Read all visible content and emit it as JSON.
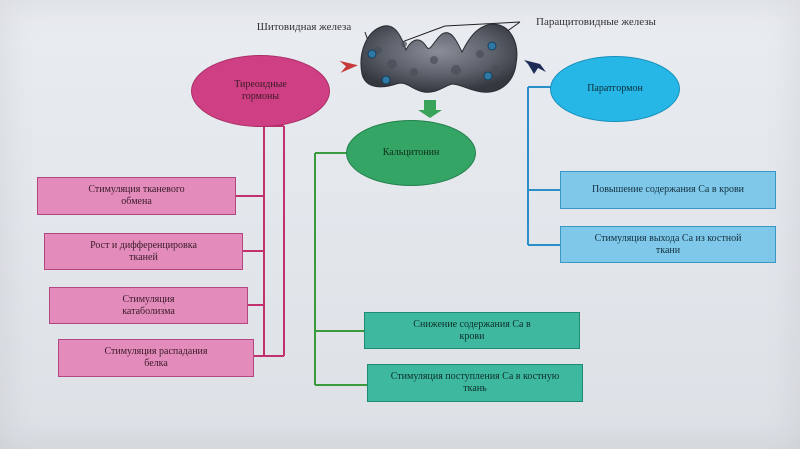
{
  "labels": {
    "thyroid": "Шитовидная железа",
    "parathyroid": "Паращитовидные железы"
  },
  "hormones": {
    "thyroid_hormones": "Тиреоидные гормоны",
    "calcitonin": "Кальцитонин",
    "parathormone": "Паратгормон"
  },
  "thyroid_effects": [
    "Стимуляция тканевого обмена",
    "Рост и дифференцировка тканей",
    "Стимуляция катаболизма",
    "Стимуляция распадания белка"
  ],
  "calcitonin_effects": [
    "Снижение содержания Са в крови",
    "Стимуляция поступления Са в костную ткань"
  ],
  "parathormone_effects": [
    "Повышение содержания Са в крови",
    "Стимуляция выхода Са из костной ткани"
  ],
  "colors": {
    "pink": "#cf3f83",
    "green": "#34a565",
    "blue": "#27b7e6",
    "arrow_red": "#c73a3a",
    "arrow_green": "#3aa35a",
    "arrow_navy": "#1d2c56"
  }
}
